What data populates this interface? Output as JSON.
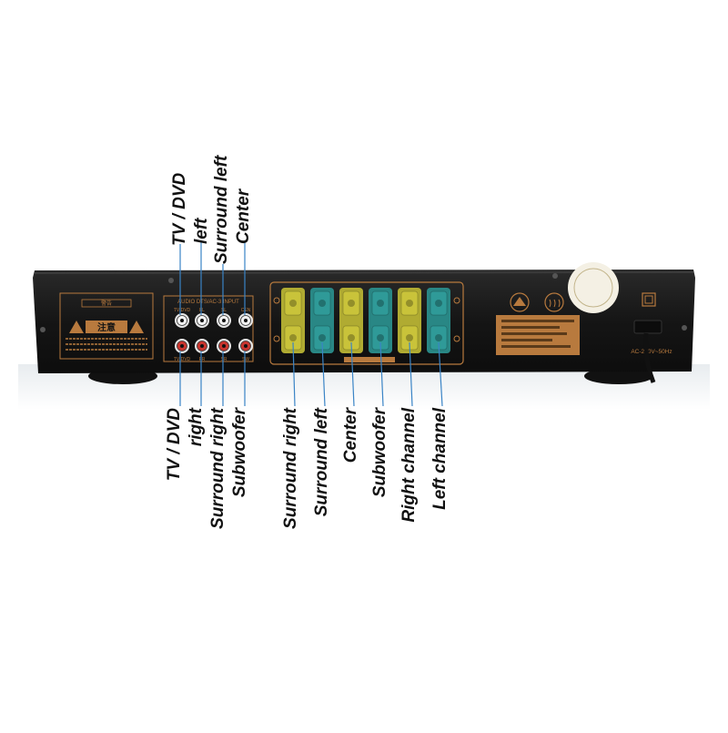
{
  "panel": {
    "input_header": "AUDIO  DTS/AC-3 INPUT",
    "input_top_labels": [
      "TV/DVD",
      "FL",
      "SL",
      "CEN"
    ],
    "input_bottom_labels": [
      "TV/DVD",
      "FR",
      "SR",
      "SW"
    ],
    "warning_top": "警告",
    "warning_title": "注意",
    "power_label": "AC-220V~50Hz"
  },
  "labels_top": [
    "TV / DVD",
    "left",
    "Surround left",
    "Center"
  ],
  "labels_bottom_rca": [
    "TV / DVD",
    "right",
    "Surround right",
    "Subwoofer"
  ],
  "labels_bottom_speaker": [
    "Surround right",
    "Surround left",
    "Center",
    "Subwoofer",
    "Right channel",
    "Left channel"
  ],
  "colors": {
    "chassis": "#141414",
    "trim": "#b87a3e",
    "terminal_yellow": "#c9c33a",
    "terminal_teal": "#2f9a98",
    "leader_line": "#3a84c6",
    "background": "#ffffff"
  }
}
